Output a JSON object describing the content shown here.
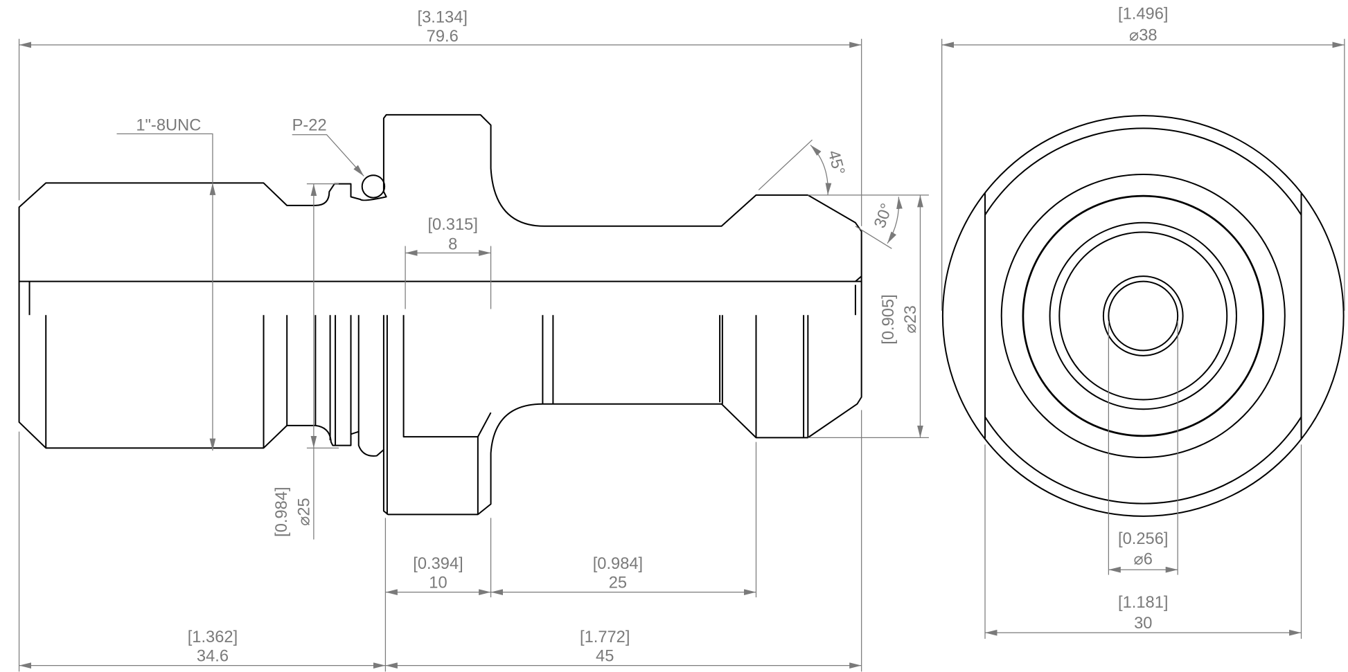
{
  "side_view": {
    "overall_length": {
      "inch": "[3.134]",
      "mm": "79.6"
    },
    "thread_callout": "1\"-8UNC",
    "oring_callout": "P-22",
    "groove_width": {
      "inch": "[0.315]",
      "mm": "8"
    },
    "end_diameter": {
      "inch": "[0.905]",
      "mm": "⌀23"
    },
    "groove_diameter": {
      "inch": "[0.984]",
      "mm": "⌀25"
    },
    "angle_45": "45°",
    "angle_30": "30°",
    "flange_width": {
      "inch": "[0.394]",
      "mm": "10"
    },
    "neck_length": {
      "inch": "[0.984]",
      "mm": "25"
    },
    "thread_length": {
      "inch": "[1.362]",
      "mm": "34.6"
    },
    "pull_length": {
      "inch": "[1.772]",
      "mm": "45"
    }
  },
  "end_view": {
    "outer_diameter": {
      "inch": "[1.496]",
      "mm": "⌀38"
    },
    "bore_diameter": {
      "inch": "[0.256]",
      "mm": "⌀6"
    },
    "flat_width": {
      "inch": "[1.181]",
      "mm": "30"
    }
  }
}
